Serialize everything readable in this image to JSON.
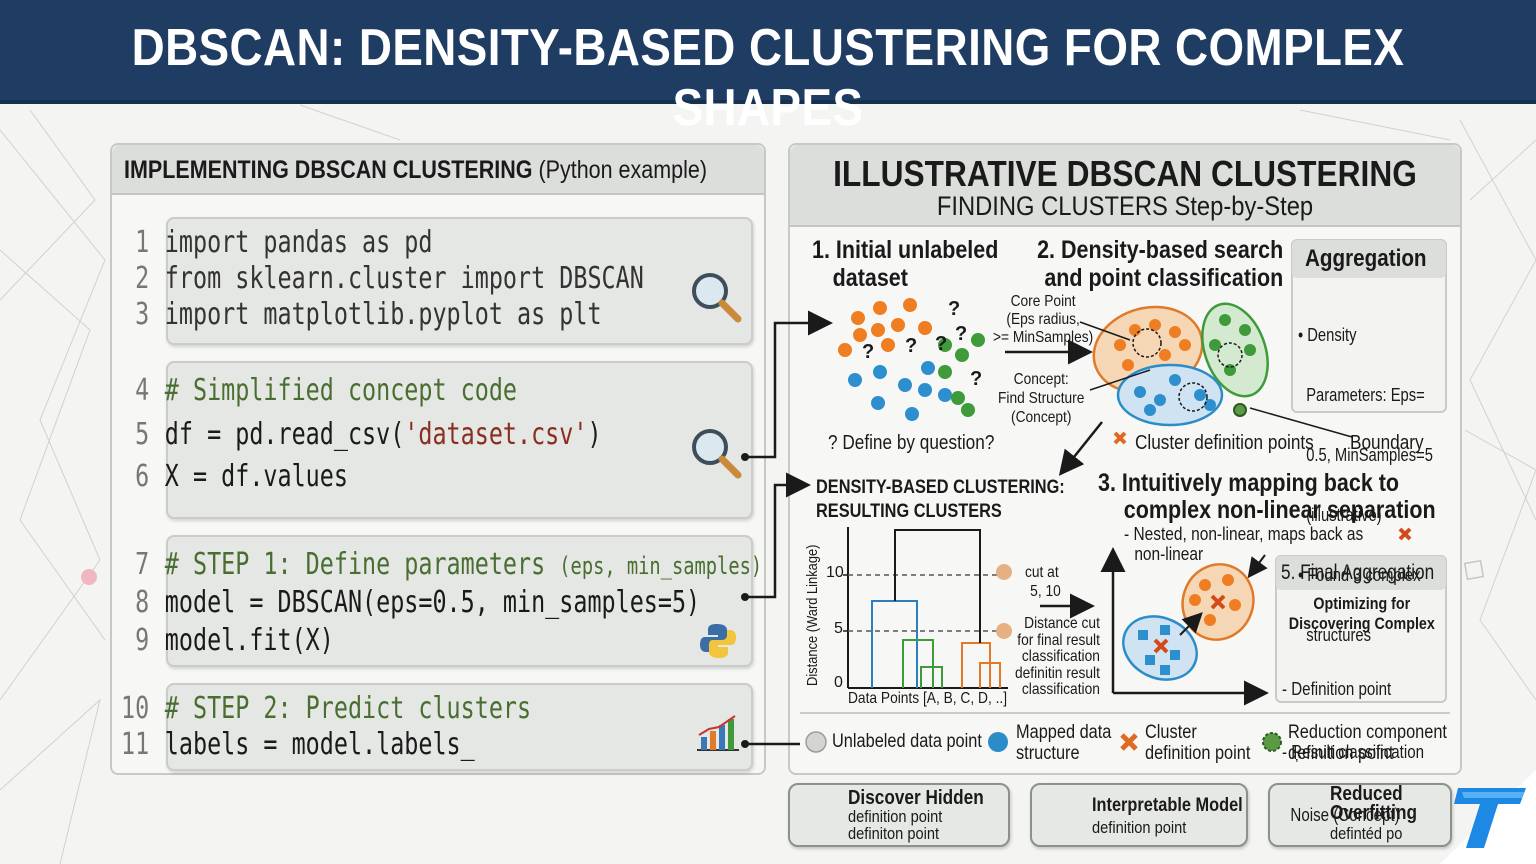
{
  "title": "DBSCAN: DENSITY-BASED CLUSTERING FOR COMPLEX SHAPES",
  "left_panel": {
    "heading_bold": "IMPLEMENTING DBSCAN CLUSTERING",
    "heading_normal": "(Python example)",
    "code": [
      {
        "n": "1",
        "text": "import pandas as pd"
      },
      {
        "n": "2",
        "text": "from sklearn.cluster import DBSCAN"
      },
      {
        "n": "3",
        "text": "import matplotlib.pyplot as plt"
      },
      {
        "n": "4",
        "text": "# Simplified concept code"
      },
      {
        "n": "5",
        "text_a": "df = pd.read_csv(",
        "str": "'dataset.csv'",
        "text_b": ")"
      },
      {
        "n": "6",
        "text": "X = df.values"
      },
      {
        "n": "7",
        "text": "# STEP 1: Define parameters ",
        "small": "(eps, min_samples)"
      },
      {
        "n": "8",
        "text": "model = DBSCAN(eps=0.5, min_samples=5)"
      },
      {
        "n": "9",
        "text": "model.fit(X)"
      },
      {
        "n": "10",
        "text": "# STEP 2: Predict clusters"
      },
      {
        "n": "11",
        "text": "labels = model.labels_"
      }
    ],
    "icons": [
      "magnifier-icon",
      "magnifier-icon",
      "python-logo-icon",
      "bar-chart-icon"
    ]
  },
  "right_panel": {
    "heading": "ILLUSTRATIVE DBSCAN CLUSTERING",
    "subheading": "FINDING CLUSTERS Step-by-Step",
    "step1": {
      "line1": "1. Initial unlabeled",
      "line2": "dataset",
      "note": "? Define by question?"
    },
    "step2": {
      "line1": "2. Density-based search",
      "line2": "and point classification",
      "core_point": [
        "Core Point",
        "(Eps radius,",
        ">= MinSamples)"
      ],
      "concept": [
        "Concept:",
        "Find Structure",
        "(Concept)"
      ],
      "cluster_def": "Cluster definition points",
      "boundary": "Boundary"
    },
    "aggregation": {
      "title": "Aggregation",
      "items": [
        [
          "• Density",
          "  Parameters: Eps=",
          "  0.5, MinSamples=5",
          "  (illustrative)"
        ],
        [
          "• Found 3 complex",
          "  structures"
        ]
      ]
    },
    "dendrogram": {
      "title1": "DENSITY-BASED CLUSTERING:",
      "title2": "RESULTING CLUSTERS",
      "ylabel": "Distance (Ward Linkage)",
      "xlabel": "Data Points [A, B, C, D, ..]",
      "yticks": [
        "10",
        "5",
        "0"
      ],
      "cut": [
        "cut at",
        "5, 10"
      ],
      "distance_cut": [
        "Distance cut",
        "for final result",
        "classification",
        "definitin result",
        "classification"
      ]
    },
    "step3": {
      "line1": "3. Intuitively mapping back to",
      "line2": "complex non-linear separation",
      "note1": "- Nested, non-linear, maps back as",
      "note2": "non-linear"
    },
    "final_aggregation": {
      "title": "5. Final Aggregation",
      "sub1": "Optimizing for",
      "sub2": "Discovering Complex",
      "items": [
        "- Definition point",
        "- Ŗesult classification",
        "  Noise (Concept)"
      ]
    },
    "legend": [
      {
        "label": [
          "Unlabeled data point"
        ],
        "color": "#d3d5d2"
      },
      {
        "label": [
          "Mapped data",
          "structure"
        ],
        "color": "#2b8cc8"
      },
      {
        "label": [
          "Cluster",
          "definition point"
        ],
        "color": "#e06a1f"
      },
      {
        "label": [
          "Reduction component",
          "definition point"
        ],
        "color": "#5a9a45"
      }
    ]
  },
  "badges": [
    {
      "title": "Discover Hidden",
      "sub1": "definition point",
      "sub2": "definiton point",
      "icon": "gear-wrench-icon"
    },
    {
      "title": "Interpretable Model",
      "sub1": "definition point",
      "sub2": "",
      "icon": "magnifier-check-icon"
    },
    {
      "title1": "Reduced",
      "title2": "Overfitting",
      "sub1": "defintéd po",
      "icon": "plant-icon"
    }
  ],
  "colors": {
    "title_bg": "#1f3c63",
    "orange": "#e8741f",
    "blue": "#2b8cc8",
    "green": "#3f9a3a",
    "logo": "#1e88e5"
  }
}
